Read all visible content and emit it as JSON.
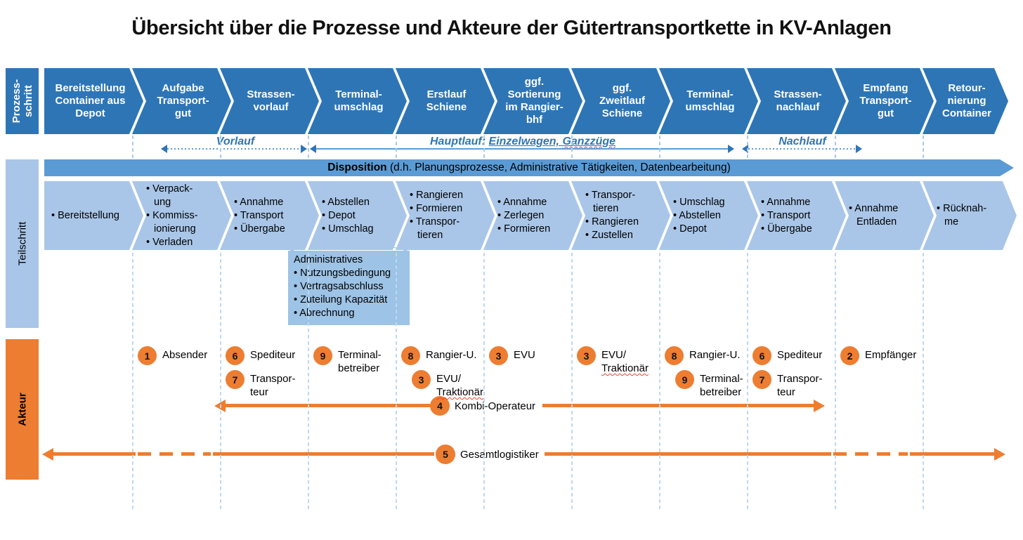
{
  "title": "Übersicht über die Prozesse und Akteure der Gütertransportkette in KV-Anlagen",
  "colors": {
    "dark_blue": "#2E75B6",
    "medium_blue": "#5B9BD5",
    "light_blue": "#A9C6E8",
    "admin_blue": "#9DC3E6",
    "orange": "#ED7D31",
    "phase_text_blue": "#2E75B6",
    "spellcheck_red": "#e8442e"
  },
  "row_labels": {
    "prozessschritt": "Prozess-\nschritt",
    "teilschritt": "Teilschritt",
    "akteur": "Akteur"
  },
  "process_steps": [
    "Bereitstellung\nContainer aus\nDepot",
    "Aufgabe\nTransport-\ngut",
    "Strassen-\nvorlauf",
    "Terminal-\numschlag",
    "Erstlauf\nSchiene",
    "ggf.\nSortierung\nim Rangier-\nbhf",
    "ggf.\nZweitlauf\nSchiene",
    "Terminal-\numschlag",
    "Strassen-\nnachlauf",
    "Empfang\nTransport-\ngut",
    "Retour-\nnierung\nContainer"
  ],
  "phases": {
    "vorlauf": "Vorlauf",
    "hauptlauf_prefix": "Hauptlauf: ",
    "hauptlauf_underlined": "Einzelwagen, ",
    "hauptlauf_misspelled": "Ganzzüge",
    "nachlauf": "Nachlauf"
  },
  "disposition": {
    "bold": "Disposition",
    "rest": " (d.h. Planungsprozesse, Administrative Tätigkeiten, Datenbearbeitung)"
  },
  "teilschritt_steps": [
    {
      "items": [
        "• Bereitstellung"
      ]
    },
    {
      "items": [
        "• Verpack-\nung",
        "• Kommiss-\nionierung",
        "• Verladen"
      ]
    },
    {
      "items": [
        "• Annahme",
        "• Transport",
        "• Übergabe"
      ]
    },
    {
      "items": [
        "• Abstellen",
        "• Depot",
        "• Umschlag"
      ]
    },
    {
      "items": [
        "• Rangieren",
        "• Formieren",
        "• Transpor-\ntieren"
      ]
    },
    {
      "items": [
        "• Annahme",
        "• Zerlegen",
        "• Formieren"
      ]
    },
    {
      "items": [
        "• Transpor-\ntieren",
        "• Rangieren",
        "• Zustellen"
      ]
    },
    {
      "items": [
        "• Umschlag",
        "• Abstellen",
        "• Depot"
      ]
    },
    {
      "items": [
        "• Annahme",
        "• Transport",
        "• Übergabe"
      ]
    },
    {
      "items": [
        "• Annahme\nEntladen"
      ]
    },
    {
      "items": [
        "• Rücknah-\nme"
      ]
    }
  ],
  "admin_box": {
    "title": "Administratives",
    "items": [
      "• Nutzungsbedingung",
      "• Vertragsabschluss",
      "• Zuteilung Kapazität",
      "• Abrechnung"
    ]
  },
  "actor_columns": [
    {
      "col": 1,
      "items": [
        {
          "num": "1",
          "label": "Absender"
        }
      ]
    },
    {
      "col": 2,
      "items": [
        {
          "num": "6",
          "label": "Spediteur"
        },
        {
          "num": "7",
          "label": "Transpor-\nteur"
        }
      ]
    },
    {
      "col": 3,
      "items": [
        {
          "num": "9",
          "label": "Terminal-\nbetreiber"
        }
      ]
    },
    {
      "col": 4,
      "items": [
        {
          "num": "8",
          "label": "Rangier-U."
        },
        {
          "num": "3",
          "label": "EVU/",
          "label2": "Traktionär",
          "indent": true
        }
      ]
    },
    {
      "col": 5,
      "items": [
        {
          "num": "3",
          "label": "EVU"
        }
      ]
    },
    {
      "col": 6,
      "items": [
        {
          "num": "3",
          "label": "EVU/",
          "label2": "Traktionär"
        }
      ]
    },
    {
      "col": 7,
      "items": [
        {
          "num": "8",
          "label": "Rangier-U."
        },
        {
          "num": "9",
          "label": "Terminal-\nbetreiber",
          "indent": true
        }
      ]
    },
    {
      "col": 8,
      "items": [
        {
          "num": "6",
          "label": "Spediteur"
        },
        {
          "num": "7",
          "label": "Transpor-\nteur"
        }
      ]
    },
    {
      "col": 9,
      "items": [
        {
          "num": "2",
          "label": "Empfänger"
        }
      ]
    }
  ],
  "kombi_operateur": {
    "num": "4",
    "label": "Kombi-Operateur"
  },
  "gesamtlogistiker": {
    "num": "5",
    "label": "Gesamtlogistiker"
  }
}
